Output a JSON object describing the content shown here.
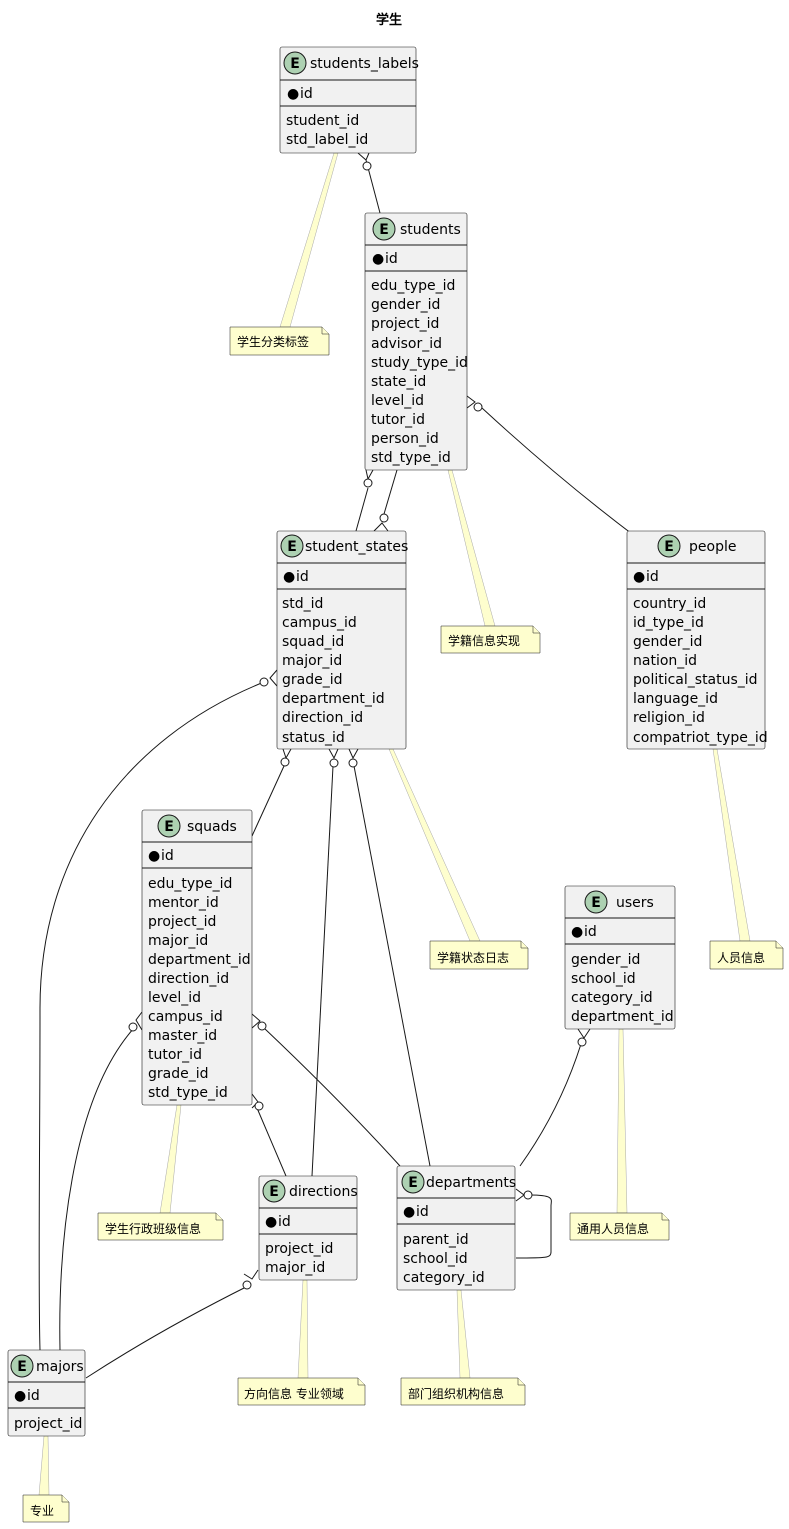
{
  "title": "学生",
  "entities": {
    "students_labels": {
      "name": "students_labels",
      "pk": "id",
      "fields": [
        "student_id",
        "std_label_id"
      ]
    },
    "students": {
      "name": "students",
      "pk": "id",
      "fields": [
        "edu_type_id",
        "gender_id",
        "project_id",
        "advisor_id",
        "study_type_id",
        "state_id",
        "level_id",
        "tutor_id",
        "person_id",
        "std_type_id"
      ]
    },
    "student_states": {
      "name": "student_states",
      "pk": "id",
      "fields": [
        "std_id",
        "campus_id",
        "squad_id",
        "major_id",
        "grade_id",
        "department_id",
        "direction_id",
        "status_id"
      ]
    },
    "people": {
      "name": "people",
      "pk": "id",
      "fields": [
        "country_id",
        "id_type_id",
        "gender_id",
        "nation_id",
        "political_status_id",
        "language_id",
        "religion_id",
        "compatriot_type_id"
      ]
    },
    "squads": {
      "name": "squads",
      "pk": "id",
      "fields": [
        "edu_type_id",
        "mentor_id",
        "project_id",
        "major_id",
        "department_id",
        "direction_id",
        "level_id",
        "campus_id",
        "master_id",
        "tutor_id",
        "grade_id",
        "std_type_id"
      ]
    },
    "users": {
      "name": "users",
      "pk": "id",
      "fields": [
        "gender_id",
        "school_id",
        "category_id",
        "department_id"
      ]
    },
    "directions": {
      "name": "directions",
      "pk": "id",
      "fields": [
        "project_id",
        "major_id"
      ]
    },
    "departments": {
      "name": "departments",
      "pk": "id",
      "fields": [
        "parent_id",
        "school_id",
        "category_id"
      ]
    },
    "majors": {
      "name": "majors",
      "pk": "id",
      "fields": [
        "project_id"
      ]
    }
  },
  "entity_badge_letter": "E",
  "pk_bullet": "●",
  "notes": {
    "students_labels": "学生分类标签",
    "students": "学籍信息实现",
    "student_states": "学籍状态日志",
    "people": "人员信息",
    "users": "通用人员信息",
    "squads": "学生行政班级信息",
    "directions": "方向信息 专业领域",
    "departments": "部门组织机构信息",
    "majors": "专业"
  },
  "colors": {
    "entity_fill": "#f1f1f1",
    "badge_fill": "#add1b2",
    "note_fill": "#fefece",
    "stroke": "#181818"
  }
}
